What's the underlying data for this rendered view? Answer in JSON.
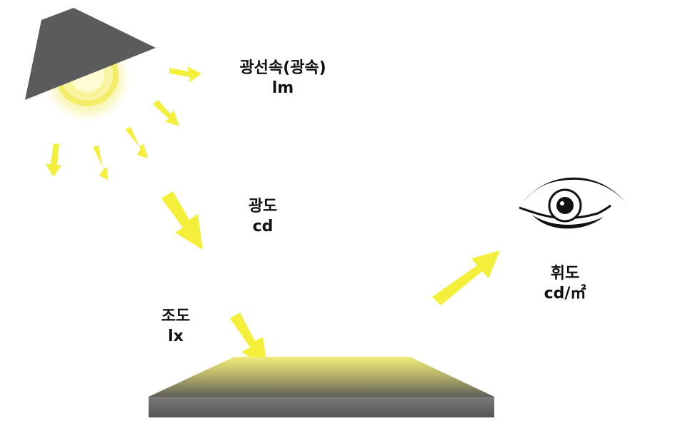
{
  "colors": {
    "arrow": "#f3ef3b",
    "lamp_shade": "#5b5b5b",
    "lamp_glow": "#f6f27a",
    "surface_top": "#6d6d62",
    "surface_glow": "#ede97c",
    "surface_side": "#636363",
    "eye": "#111111",
    "text": "#111111"
  },
  "icons": {
    "lamp": "lamp-icon",
    "eye": "eye-icon",
    "surface": "surface-plane"
  },
  "labels": {
    "luminous_flux": {
      "term": "광선속(광속)",
      "unit": "lm"
    },
    "luminous_intensity": {
      "term": "광도",
      "unit": "cd"
    },
    "illuminance": {
      "term": "조도",
      "unit": "lx"
    },
    "luminance": {
      "term": "휘도",
      "unit": "cd/㎡"
    }
  }
}
